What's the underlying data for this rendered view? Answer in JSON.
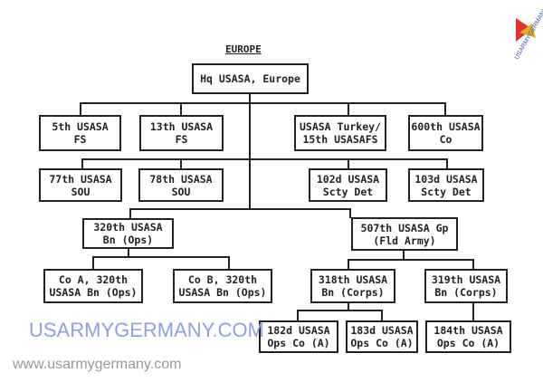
{
  "title": "EUROPE",
  "hq": [
    "Hq USASA, Europe"
  ],
  "row1": [
    [
      "5th USASA",
      "FS"
    ],
    [
      "13th USASA",
      "FS"
    ],
    [
      "USASA Turkey/",
      "15th USASAFS"
    ],
    [
      "600th USASA",
      "Co"
    ]
  ],
  "row2": [
    [
      "77th USASA",
      "SOU"
    ],
    [
      "78th USASA",
      "SOU"
    ],
    [
      "102d USASA",
      "Scty Det"
    ],
    [
      "103d USASA",
      "Scty Det"
    ]
  ],
  "bn320": [
    "320th USASA",
    "Bn (Ops)"
  ],
  "gp507": [
    "507th USASA Gp",
    "(Fld Army)"
  ],
  "coA": [
    "Co A, 320th",
    "USASA Bn (Ops)"
  ],
  "coB": [
    "Co B, 320th",
    "USASA Bn (Ops)"
  ],
  "bn318": [
    "318th USASA",
    "Bn (Corps)"
  ],
  "bn319": [
    "319th USASA",
    "Bn (Corps)"
  ],
  "co182": [
    "182d USASA",
    "Ops Co (A)"
  ],
  "co183": [
    "183d USASA",
    "Ops Co (A)"
  ],
  "co184": [
    "184th USASA",
    "Ops Co (A)"
  ],
  "watermark": "USARMYGERMANY.COM",
  "logo_text": "USARMYGERMANY.COM",
  "site": "www.usarmygermany.com"
}
